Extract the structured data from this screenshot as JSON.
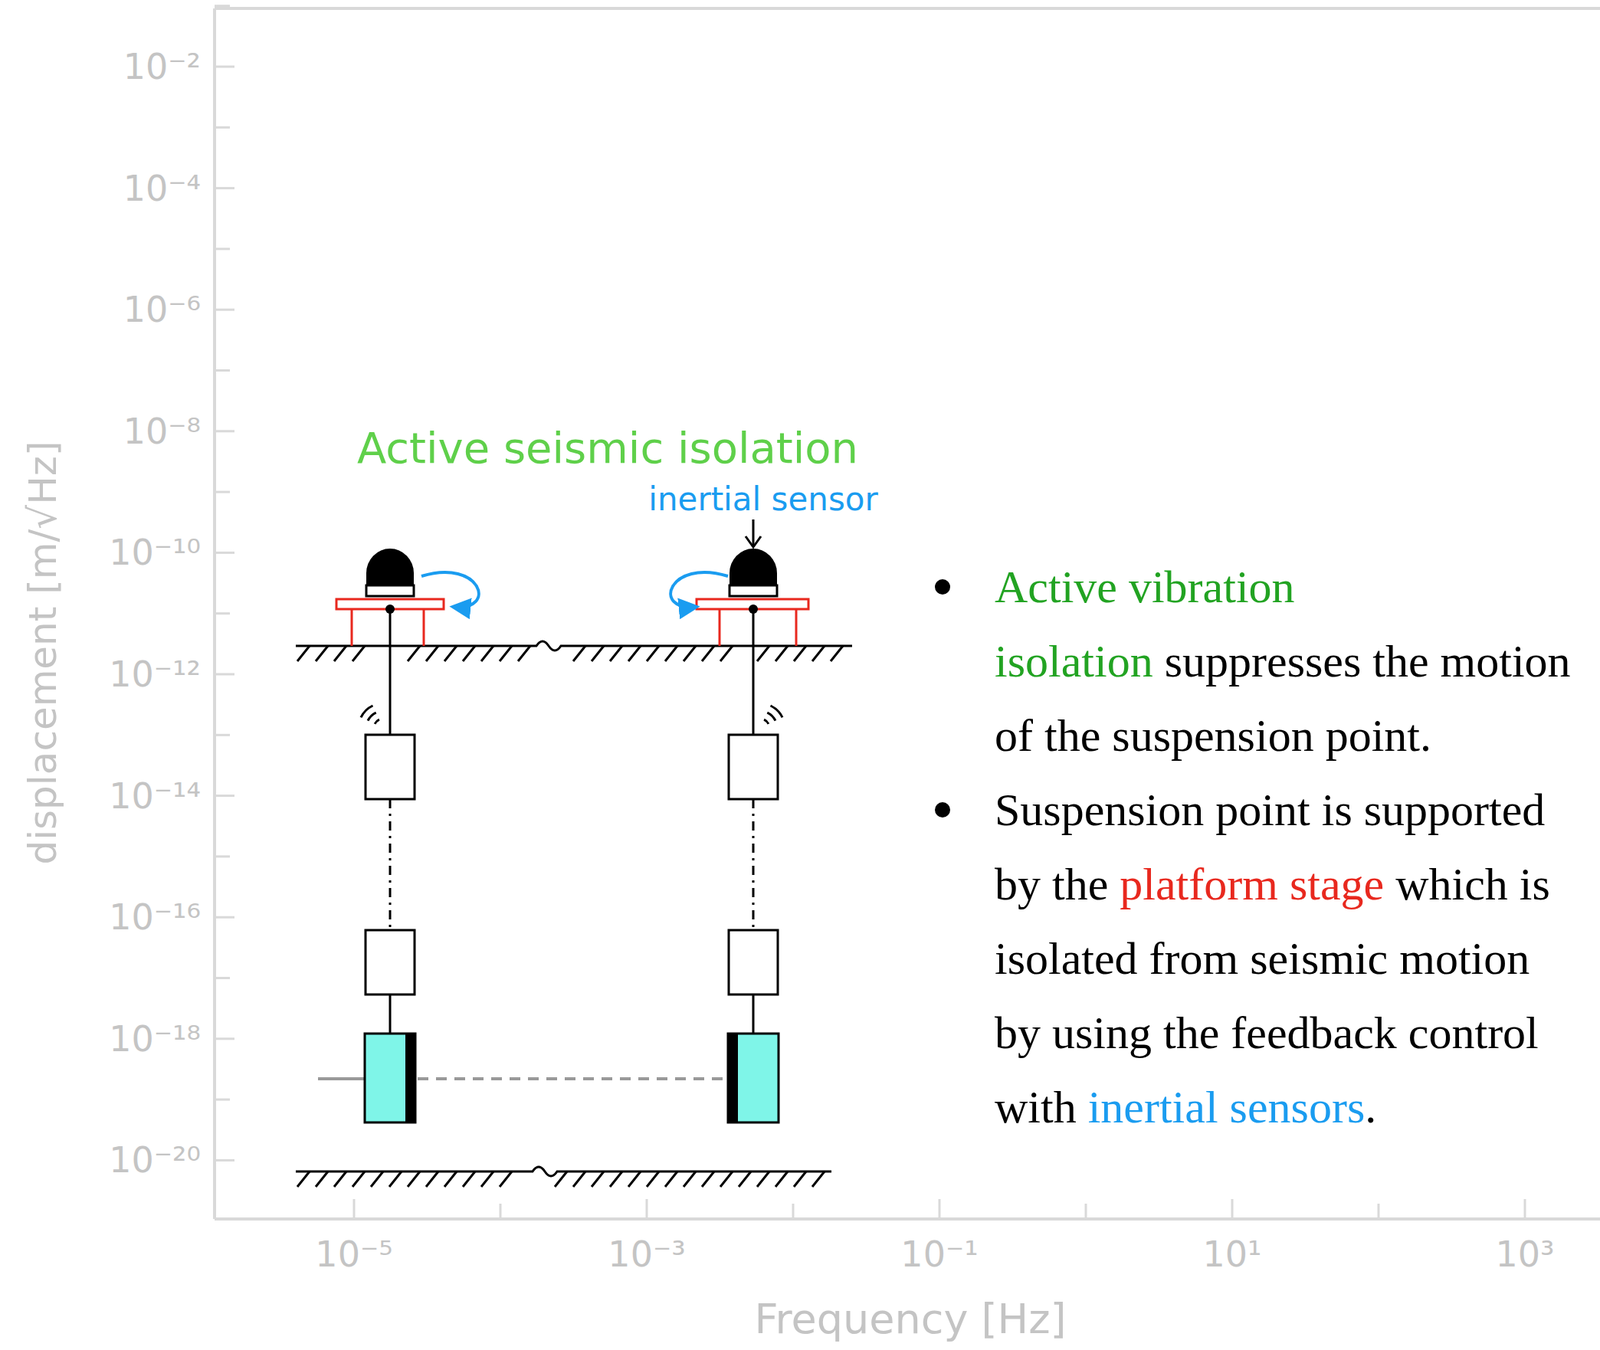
{
  "diagram": {
    "labels": [
      "10⁻²",
      "10⁻⁴",
      "10⁻⁶",
      "10⁻⁸",
      "10⁻¹⁰",
      "10⁻¹²",
      "10⁻¹⁴",
      "10⁻¹⁶",
      "10⁻¹⁸",
      "10⁻²⁰",
      "10⁻⁵",
      "10⁻³",
      "10⁻¹",
      "10¹",
      "10³",
      "displacement [m/√Hz]",
      "Frequency [Hz]",
      "Active seismic isolation",
      "inertial sensor",
      "Active vibration isolation",
      "suppresses the motion of the suspension point.",
      "Suspension point is supported by the",
      "platform stage",
      "which is isolated from seismic motion by using the feedback control with",
      "inertial sensors",
      "."
    ]
  }
}
